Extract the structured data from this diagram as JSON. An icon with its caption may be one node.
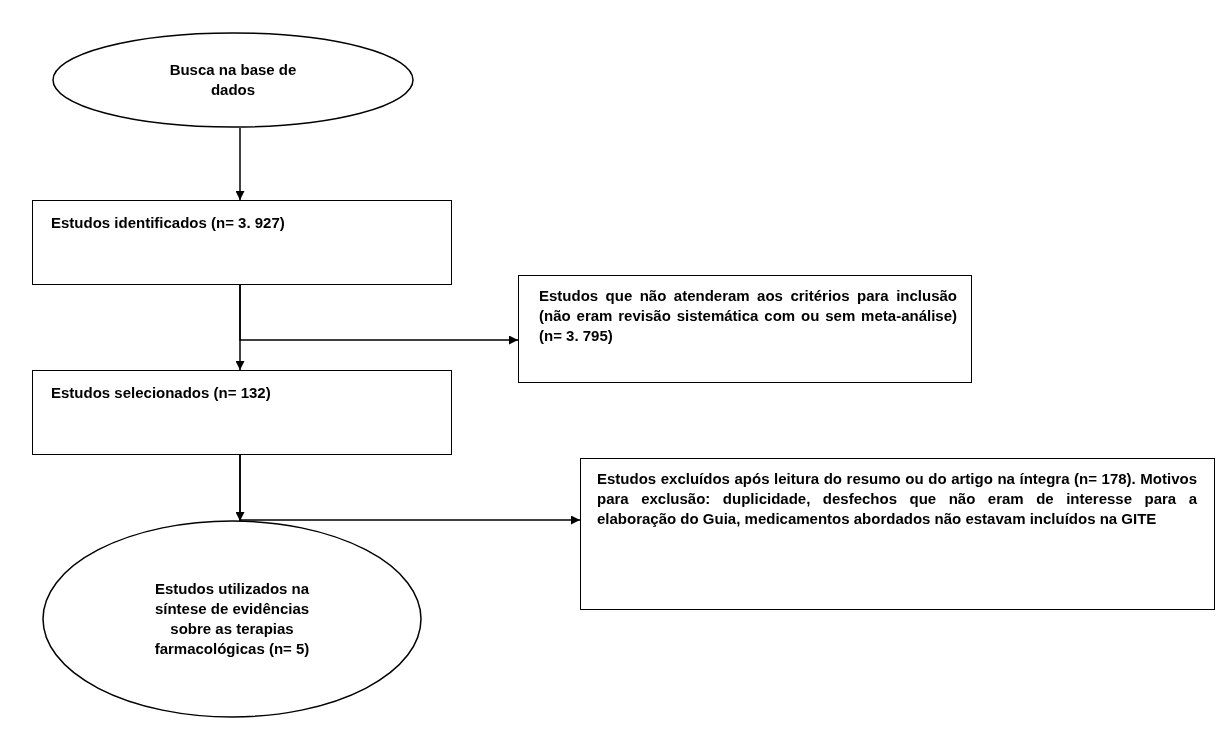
{
  "diagram": {
    "nodes": [
      {
        "text": [
          "Busca na base de dados"
        ]
      },
      {
        "text": [
          "Estudos identificados (n= 3. 927)"
        ]
      },
      {
        "text": [
          "Estudos que não atenderam aos critérios para inclusão (não eram revisão sistemática com ou sem meta-análise) (n= 3. 795)"
        ]
      },
      {
        "text": [
          "Estudos selecionados (n= 132)"
        ]
      },
      {
        "text": [
          "Estudos excluídos após leitura do resumo ou do artigo na íntegra (n= 178). Motivos para exclusão: duplicidade, desfechos que não eram de interesse para a elaboração do Guia, medicamentos abordados não estavam incluídos na GITE"
        ]
      },
      {
        "text": [
          "Estudos utilizados na síntese de evidências sobre as terapias farmacológicas (n= 5)"
        ]
      }
    ],
    "edges": [
      {
        "from": 0,
        "to": 1,
        "arrow": "to"
      },
      {
        "from": 1,
        "to": 3,
        "arrow": "to"
      },
      {
        "from": 1,
        "to": 2,
        "arrow": "to"
      },
      {
        "from": 3,
        "to": 5,
        "arrow": "to"
      },
      {
        "from": 3,
        "to": 4,
        "arrow": "to"
      }
    ]
  }
}
